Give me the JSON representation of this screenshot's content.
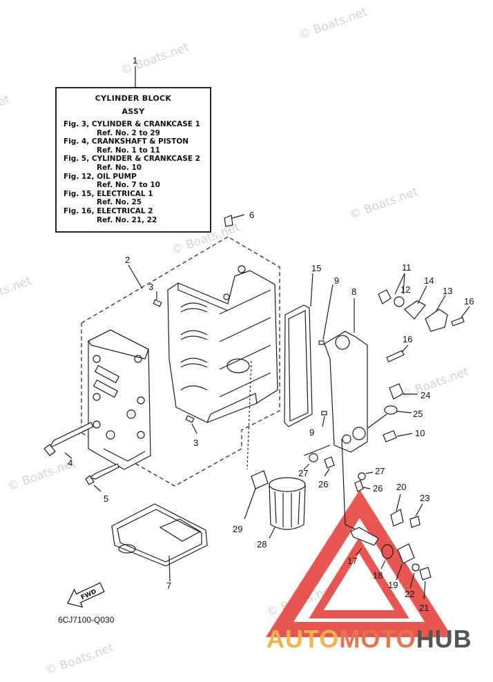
{
  "reference_box": {
    "title_line1": "CYLINDER  BLOCK",
    "title_line2": "ASSY",
    "lines": [
      {
        "text": "Fig. 3, CYLINDER & CRANKCASE 1",
        "indent": false
      },
      {
        "text": "Ref. No. 2 to 29",
        "indent": true
      },
      {
        "text": "Fig. 4, CRANKSHAFT & PISTON",
        "indent": false
      },
      {
        "text": "Ref. No. 1 to 11",
        "indent": true
      },
      {
        "text": "Fig. 5, CYLINDER & CRANKCASE 2",
        "indent": false
      },
      {
        "text": "Ref. No. 10",
        "indent": true
      },
      {
        "text": "Fig. 12, OIL PUMP",
        "indent": false
      },
      {
        "text": "Ref. No. 7 to 10",
        "indent": true
      },
      {
        "text": "Fig. 15, ELECTRICAL 1",
        "indent": false
      },
      {
        "text": "Ref. No. 25",
        "indent": true
      },
      {
        "text": "Fig. 16, ELECTRICAL 2",
        "indent": false
      },
      {
        "text": "Ref. No. 21, 22",
        "indent": true
      }
    ]
  },
  "callouts": [
    "1",
    "2",
    "3",
    "3",
    "4",
    "5",
    "6",
    "7",
    "8",
    "9",
    "9",
    "10",
    "11",
    "12",
    "13",
    "14",
    "15",
    "16",
    "16",
    "17",
    "18",
    "19",
    "20",
    "21",
    "22",
    "23",
    "24",
    "25",
    "26",
    "26",
    "27",
    "27",
    "28",
    "29"
  ],
  "fwd_label": "FWD",
  "part_code": "6CJ7100-Q030",
  "watermark": {
    "text": "© Boats.net",
    "color": "#d2d2d2"
  },
  "brand": {
    "part1": "AUTO",
    "part2": "MOTO",
    "part3": "HUB",
    "colors": {
      "auto": "#f4b34a",
      "moto": "#e8734e",
      "hub": "#555555",
      "triangle": "#e53935"
    }
  }
}
